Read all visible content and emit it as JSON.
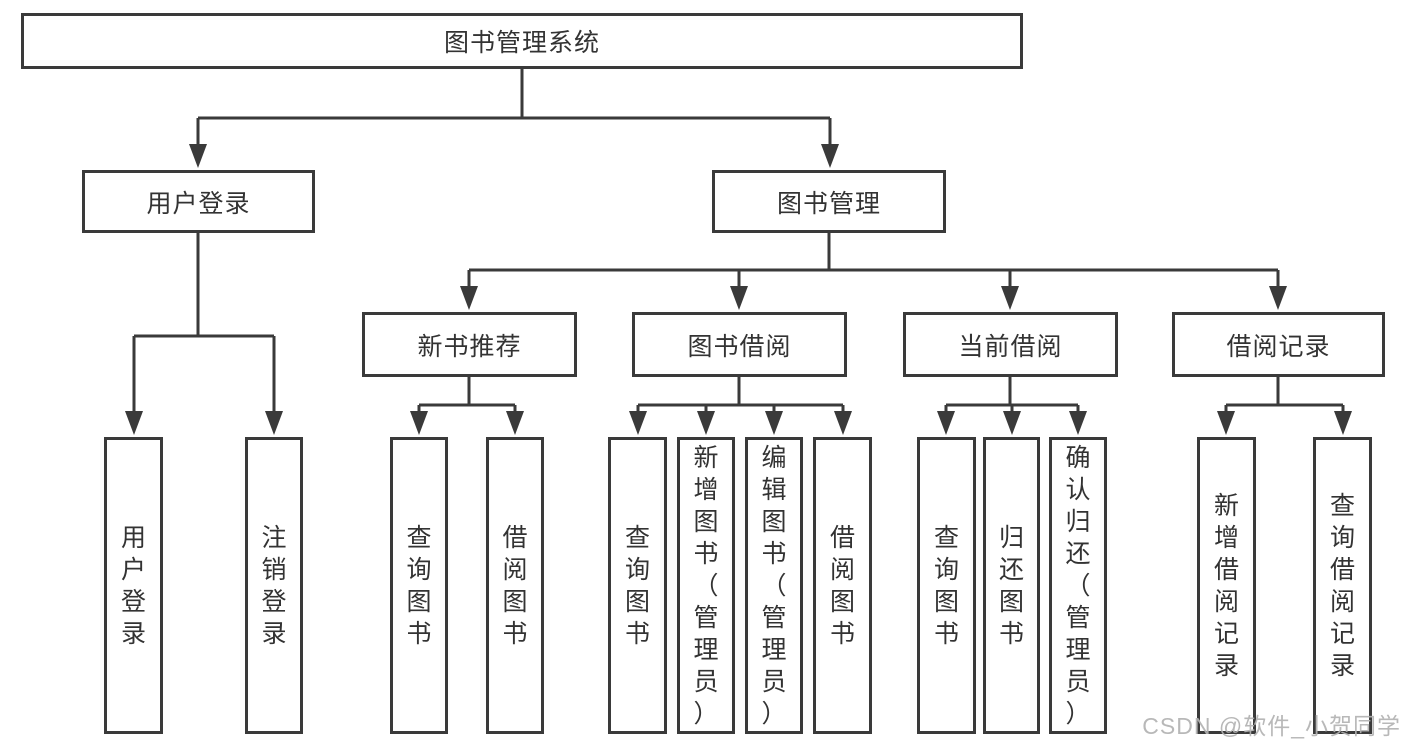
{
  "diagram": {
    "watermark": "CSDN @软件_小贺同学",
    "colors": {
      "line": "#3a3a3a",
      "box_border": "#3a3a3a",
      "text": "#333333",
      "watermark": "#b2b2b2",
      "background": "#ffffff"
    },
    "tree": {
      "label": "图书管理系统",
      "children": [
        {
          "label": "用户登录",
          "children": [
            {
              "label": "用户登录"
            },
            {
              "label": "注销登录"
            }
          ]
        },
        {
          "label": "图书管理",
          "children": [
            {
              "label": "新书推荐",
              "children": [
                {
                  "label": "查询图书"
                },
                {
                  "label": "借阅图书"
                }
              ]
            },
            {
              "label": "图书借阅",
              "children": [
                {
                  "label": "查询图书"
                },
                {
                  "label": "新增图书（管理员）"
                },
                {
                  "label": "编辑图书（管理员）"
                },
                {
                  "label": "借阅图书"
                }
              ]
            },
            {
              "label": "当前借阅",
              "children": [
                {
                  "label": "查询图书"
                },
                {
                  "label": "归还图书"
                },
                {
                  "label": "确认归还（管理员）"
                }
              ]
            },
            {
              "label": "借阅记录",
              "children": [
                {
                  "label": "新增借阅记录"
                },
                {
                  "label": "查询借阅记录"
                }
              ]
            }
          ]
        }
      ]
    }
  }
}
